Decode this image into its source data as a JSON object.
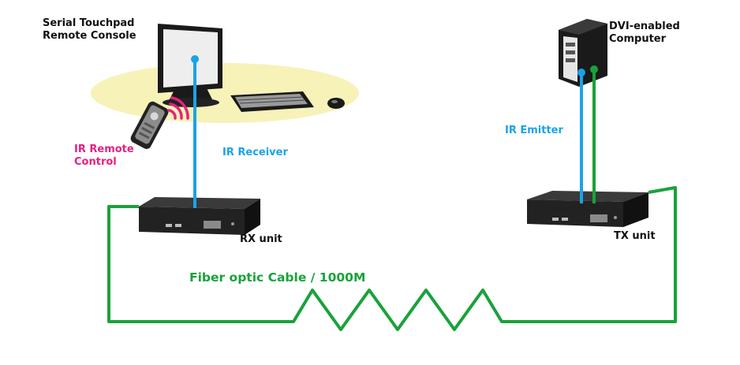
{
  "labels": {
    "remote_console": "Serial Touchpad\nRemote Console",
    "computer": "DVI-enabled\nComputer",
    "ir_remote": "IR Remote\nControl",
    "ir_receiver": "IR Receiver",
    "ir_emitter": "IR Emitter",
    "rx_unit": "RX unit",
    "tx_unit": "TX unit",
    "fiber_cable": "Fiber optic Cable / 1000M"
  },
  "colors": {
    "ir_line": "#1aa3e8",
    "dvi_line": "#19a23b",
    "fiber_line": "#19a23b",
    "remote_label": "#e6207f",
    "desk_ellipse": "#f7f2b8"
  },
  "icons": [
    "monitor-icon",
    "keyboard-icon",
    "mouse-icon",
    "ir-remote-icon",
    "ir-signal-icon",
    "computer-tower-icon",
    "extender-box-icon"
  ]
}
